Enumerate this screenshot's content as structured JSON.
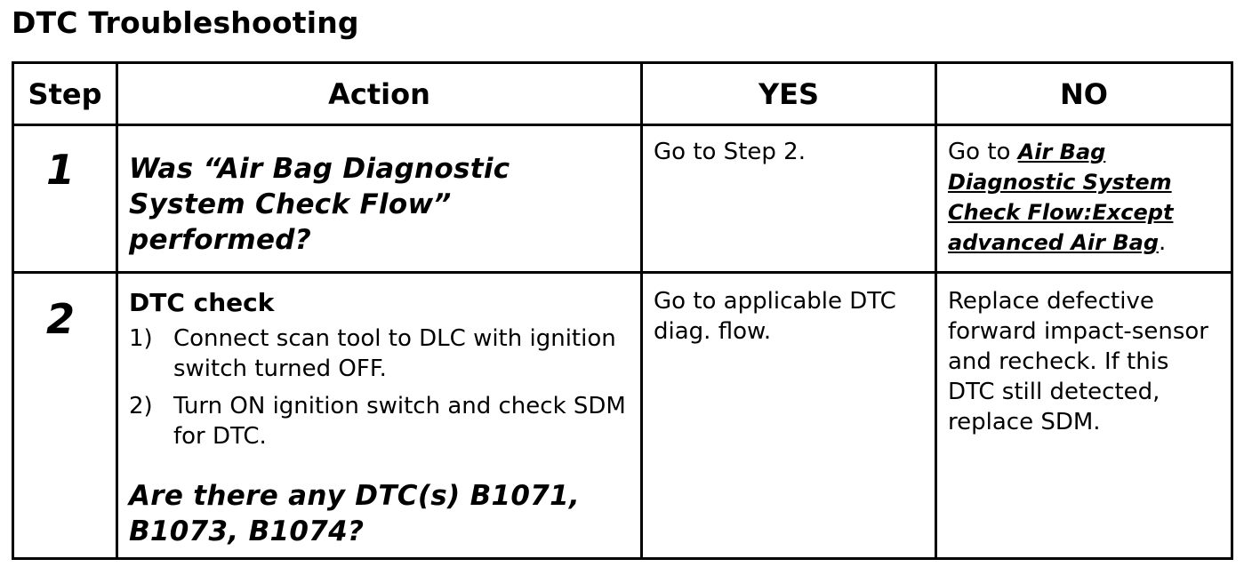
{
  "page": {
    "title": "DTC Troubleshooting"
  },
  "table": {
    "headers": {
      "step": "Step",
      "action": "Action",
      "yes": "YES",
      "no": "NO"
    },
    "rows": [
      {
        "step": "1",
        "action_question": "Was “Air Bag Diagnostic System Check Flow” performed?",
        "yes": "Go to Step 2.",
        "no_prefix": "Go to ",
        "no_link": "Air Bag Diagnostic System Check Flow:Except advanced Air Bag",
        "no_suffix": "."
      },
      {
        "step": "2",
        "action_heading": "DTC check",
        "action_steps": [
          {
            "num": "1)",
            "text": "Connect scan tool to DLC with ignition switch turned OFF."
          },
          {
            "num": "2)",
            "text": "Turn ON ignition switch and check SDM for DTC."
          }
        ],
        "action_question": "Are there any DTC(s) B1071, B1073, B1074?",
        "yes": "Go to applicable DTC diag. flow.",
        "no": "Replace defective forward impact-sensor and recheck. If this DTC still detected, replace SDM."
      }
    ]
  }
}
